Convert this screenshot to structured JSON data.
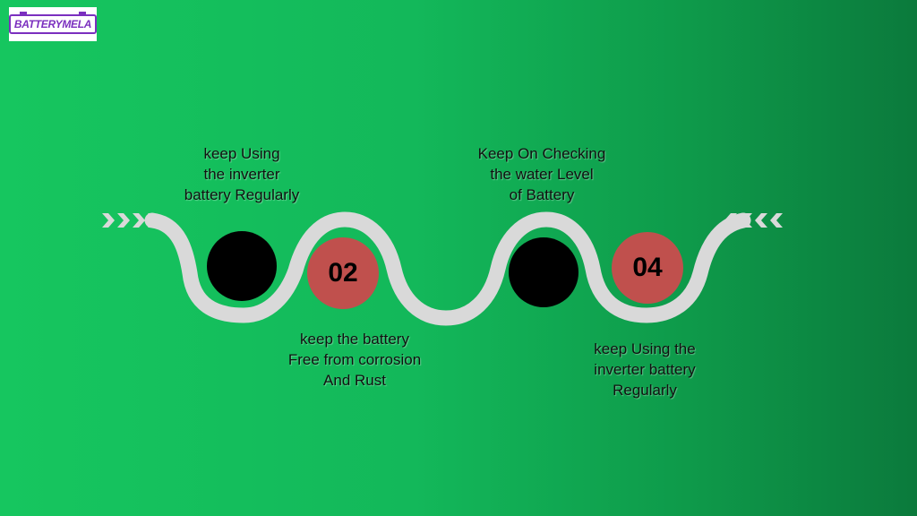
{
  "logo": {
    "text": "BATTERYMELA"
  },
  "colors": {
    "road": "#d9d9d9",
    "number_circle": "#c0504d",
    "dark_circle": "#000000"
  },
  "steps": [
    {
      "label": "keep Using the inverter battery Regularly",
      "number": ""
    },
    {
      "label": "keep the battery Free from corrosion And Rust",
      "number": "02"
    },
    {
      "label": "Keep On Checking the water Level of Battery",
      "number": ""
    },
    {
      "label": "keep Using the inverter battery Regularly",
      "number": "04"
    }
  ],
  "captions": {
    "c1": [
      "keep Using",
      "the inverter",
      "battery Regularly"
    ],
    "c2": [
      "keep the battery",
      "Free from corrosion",
      "And Rust"
    ],
    "c3": [
      "Keep On Checking",
      "the water Level",
      "of Battery"
    ],
    "c4": [
      "keep Using the",
      "inverter battery",
      "Regularly"
    ]
  }
}
